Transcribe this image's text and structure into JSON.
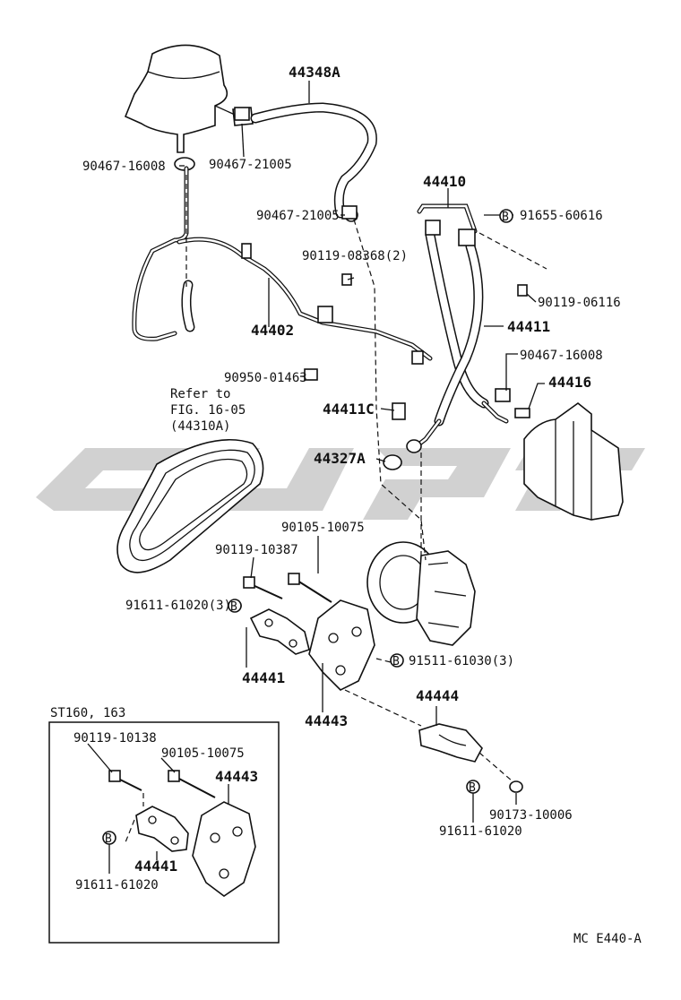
{
  "labels": {
    "p44348A": "44348A",
    "p90467_16008_top": "90467-16008",
    "p90467_21005_top": "90467-21005",
    "p90467_21005_mid": "90467-21005",
    "p44410": "44410",
    "p91655_60616": "91655-60616",
    "p90119_08368": "90119-08368(2)",
    "p90119_06116": "90119-06116",
    "p44402": "44402",
    "p44411": "44411",
    "p90467_16008_right": "90467-16008",
    "p44416": "44416",
    "p90950_01463": "90950-01463",
    "refer_line1": "Refer to",
    "refer_line2": "FIG. 16-05",
    "refer_line3": "(44310A)",
    "p44411C": "44411C",
    "p44327A": "44327A",
    "p90105_10075": "90105-10075",
    "p90119_10387": "90119-10387",
    "p91611_61020_3": "91611-61020(3)",
    "p91511_61030_3": "91511-61030(3)",
    "p44441": "44441",
    "p44443": "44443",
    "p44444": "44444",
    "p90173_10006": "90173-10006",
    "p91611_61020_bottom": "91611-61020"
  },
  "inset": {
    "title": "ST160, 163",
    "p90119_10138": "90119-10138",
    "p90105_10075": "90105-10075",
    "p44443": "44443",
    "p44441": "44441",
    "p91611_61020": "91611-61020"
  },
  "bolt_marker": "B",
  "figure_code": "MC E440-A",
  "colors": {
    "line": "#111111",
    "watermark": "#c9c9c9",
    "background": "#ffffff"
  }
}
